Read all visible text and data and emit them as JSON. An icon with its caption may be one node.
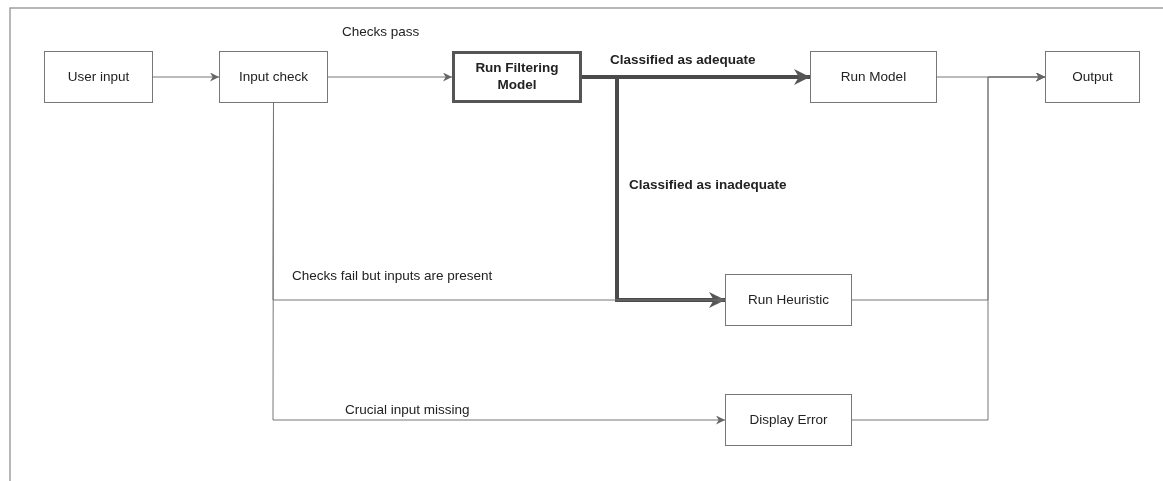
{
  "diagram": {
    "nodes": [
      {
        "text": [
          "User input"
        ]
      },
      {
        "text": [
          "Input check"
        ]
      },
      {
        "text": [
          "Run Filtering Model"
        ]
      },
      {
        "text": [
          "Run Model"
        ]
      },
      {
        "text": [
          "Output"
        ]
      },
      {
        "text": [
          "Run Heuristic"
        ]
      },
      {
        "text": [
          "Display Error"
        ]
      }
    ],
    "edges": [
      {
        "from": 0,
        "to": 1,
        "arrow": "to"
      },
      {
        "from": 1,
        "to": 2,
        "arrow": "to",
        "label": "Checks pass"
      },
      {
        "from": 2,
        "to": 3,
        "arrow": "to",
        "label": "Classified as adequate",
        "style": "thick"
      },
      {
        "from": 2,
        "to": 5,
        "arrow": "to",
        "label": "Classified as inadequate",
        "style": "thick"
      },
      {
        "from": 1,
        "to": 5,
        "arrow": "to",
        "label": "Checks fail but inputs are present"
      },
      {
        "from": 1,
        "to": 6,
        "arrow": "to",
        "label": "Crucial input missing"
      },
      {
        "from": 3,
        "to": 4,
        "arrow": "to"
      },
      {
        "from": 5,
        "to": 4,
        "arrow": "to"
      },
      {
        "from": 6,
        "to": 4,
        "arrow": "to"
      }
    ]
  }
}
